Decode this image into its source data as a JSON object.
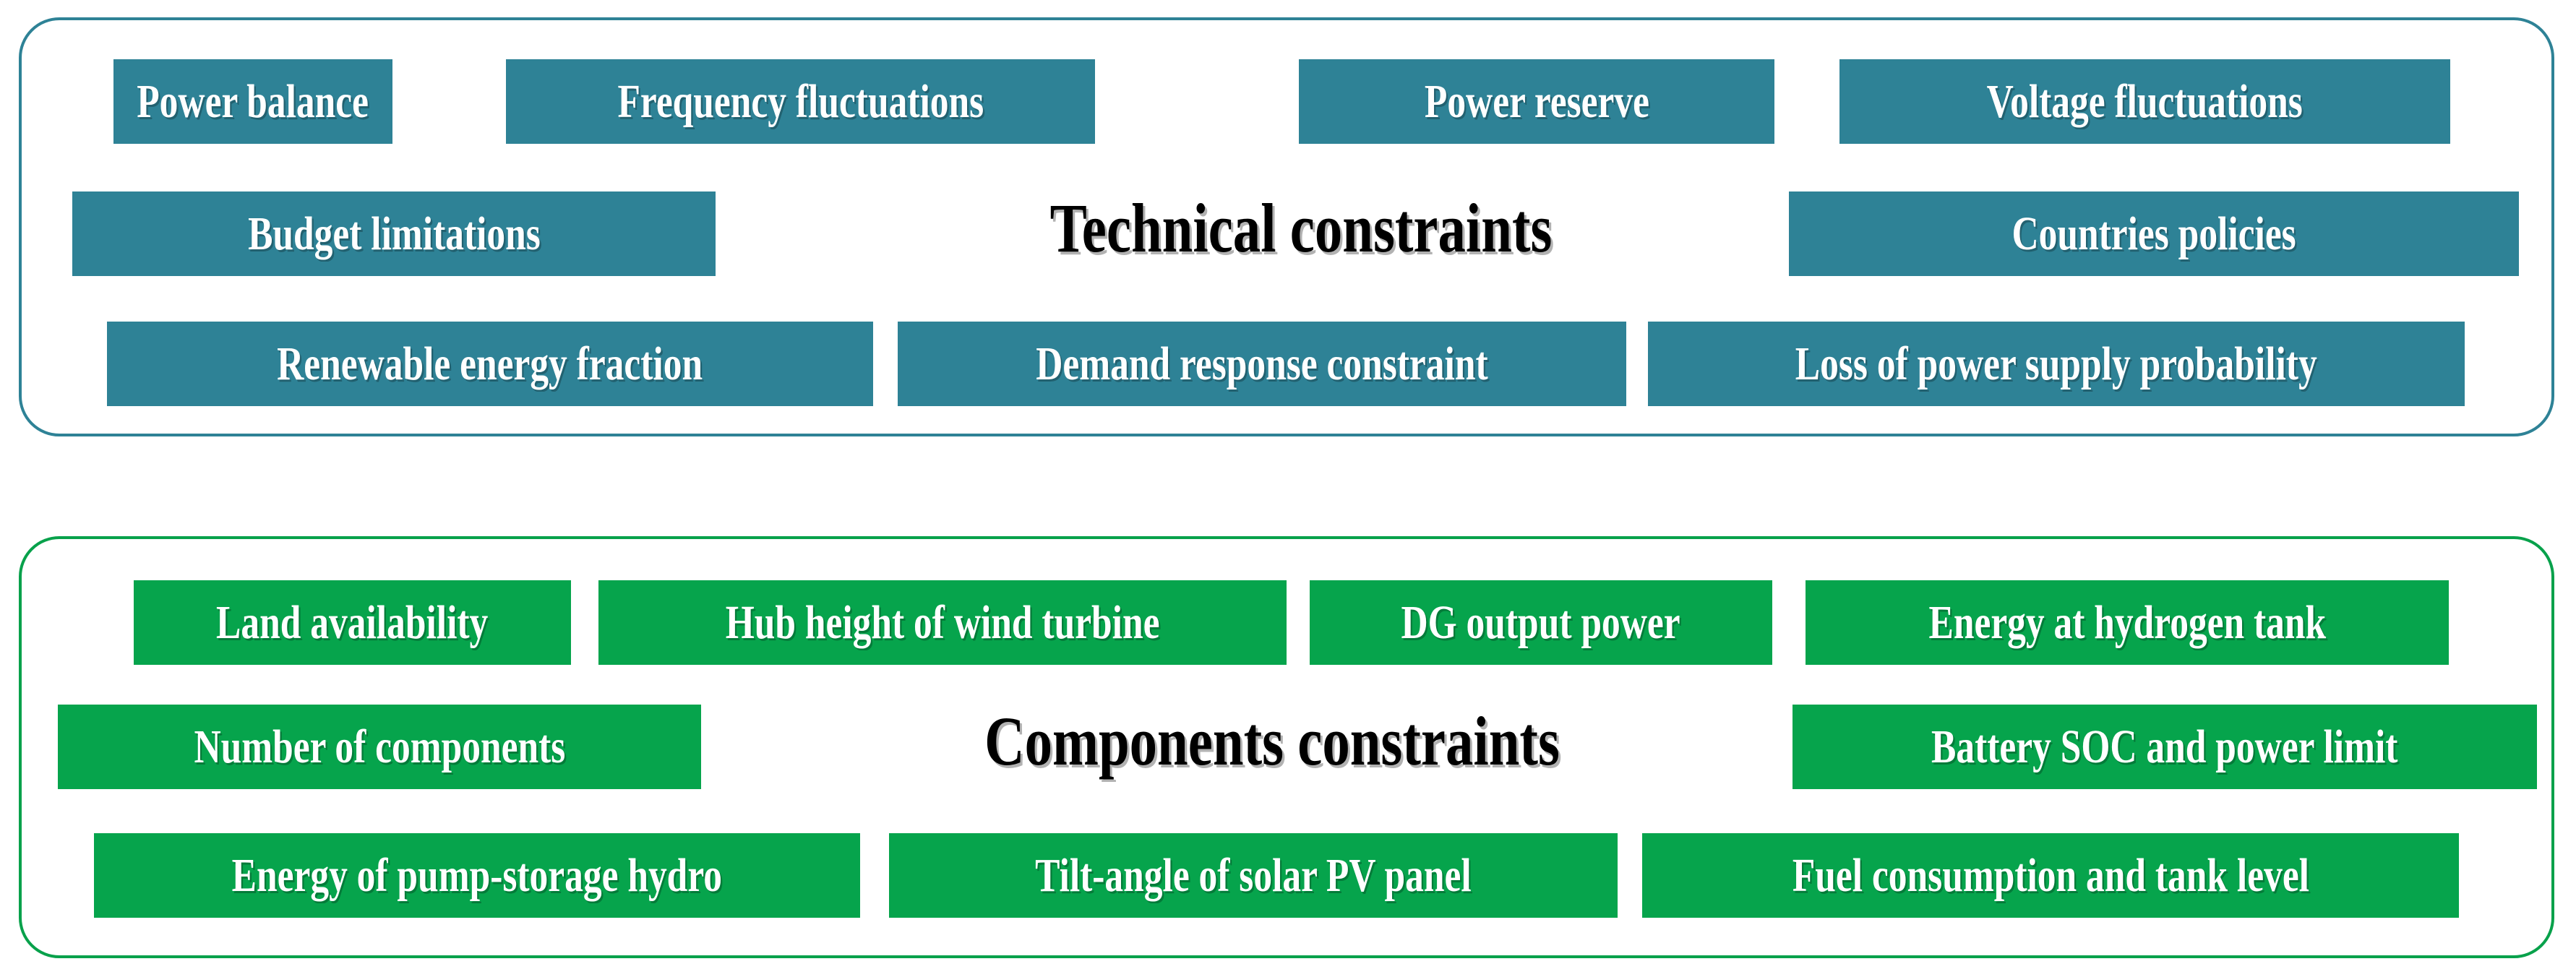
{
  "figure": {
    "kind": "constraints-diagram",
    "panels": [
      {
        "id": "technical",
        "title": "Technical constraints",
        "accent_color": "#2E8296",
        "chip_color": "#2E8296",
        "chip_text_color": "#FFFFFF",
        "items": [
          "Power balance",
          "Frequency fluctuations",
          "Power reserve",
          "Voltage fluctuations",
          "Budget limitations",
          "Countries policies",
          "Renewable energy fraction",
          "Demand response constraint",
          "Loss of power supply probability"
        ]
      },
      {
        "id": "components",
        "title": "Components constraints",
        "accent_color": "#08A14B",
        "chip_color": "#06A44C",
        "chip_text_color": "#FFFFFF",
        "items": [
          "Land availability",
          "Hub height of wind turbine",
          "DG output power",
          "Energy at hydrogen tank",
          "Number of components",
          "Battery SOC and power limit",
          "Energy of pump-storage hydro",
          "Tilt-angle of solar PV panel",
          "Fuel consumption and tank level"
        ]
      }
    ]
  }
}
